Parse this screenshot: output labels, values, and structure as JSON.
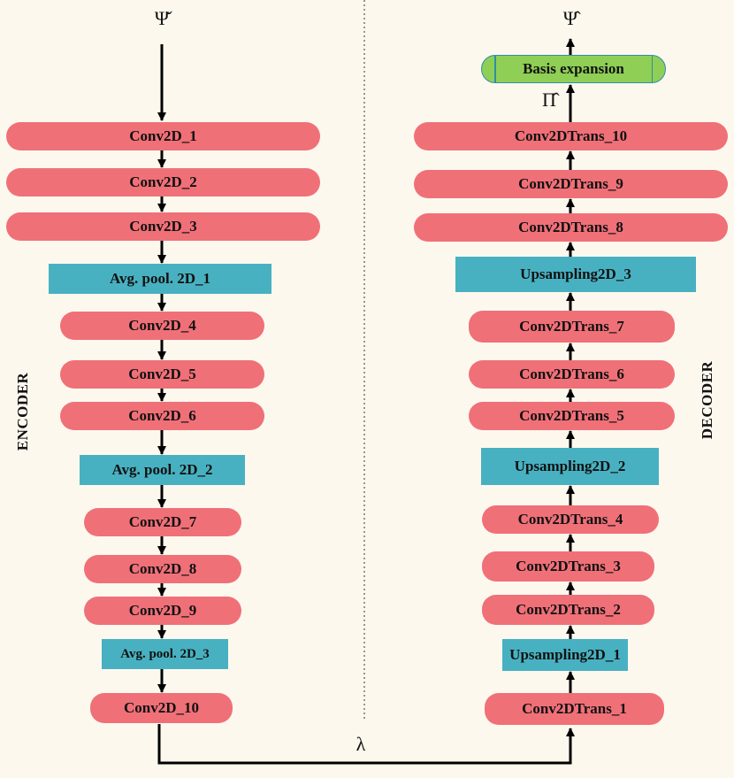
{
  "input_symbol": "Ψ̌",
  "output_symbol": "Ψ̂",
  "intermediate_symbol": "Π̂",
  "latent_symbol": "λ",
  "encoder_label": "ENCODER",
  "decoder_label": "DECODER",
  "basis_label": "Basis expansion",
  "encoder_layers": [
    {
      "label": "Conv2D_1",
      "kind": "conv"
    },
    {
      "label": "Conv2D_2",
      "kind": "conv"
    },
    {
      "label": "Conv2D_3",
      "kind": "conv"
    },
    {
      "label": "Avg. pool. 2D_1",
      "kind": "pool"
    },
    {
      "label": "Conv2D_4",
      "kind": "conv"
    },
    {
      "label": "Conv2D_5",
      "kind": "conv"
    },
    {
      "label": "Conv2D_6",
      "kind": "conv"
    },
    {
      "label": "Avg. pool. 2D_2",
      "kind": "pool"
    },
    {
      "label": "Conv2D_7",
      "kind": "conv"
    },
    {
      "label": "Conv2D_8",
      "kind": "conv"
    },
    {
      "label": "Conv2D_9",
      "kind": "conv"
    },
    {
      "label": "Avg. pool. 2D_3",
      "kind": "pool"
    },
    {
      "label": "Conv2D_10",
      "kind": "conv"
    }
  ],
  "decoder_layers": [
    {
      "label": "Conv2DTrans_10",
      "kind": "conv"
    },
    {
      "label": "Conv2DTrans_9",
      "kind": "conv"
    },
    {
      "label": "Conv2DTrans_8",
      "kind": "conv"
    },
    {
      "label": "Upsampling2D_3",
      "kind": "pool"
    },
    {
      "label": "Conv2DTrans_7",
      "kind": "conv"
    },
    {
      "label": "Conv2DTrans_6",
      "kind": "conv"
    },
    {
      "label": "Conv2DTrans_5",
      "kind": "conv"
    },
    {
      "label": "Upsampling2D_2",
      "kind": "pool"
    },
    {
      "label": "Conv2DTrans_4",
      "kind": "conv"
    },
    {
      "label": "Conv2DTrans_3",
      "kind": "conv"
    },
    {
      "label": "Conv2DTrans_2",
      "kind": "conv"
    },
    {
      "label": "Upsampling2D_1",
      "kind": "pool"
    },
    {
      "label": "Conv2DTrans_1",
      "kind": "conv"
    }
  ],
  "colors": {
    "background": "#fdf8ee",
    "conv": "#f07078",
    "pool": "#48b1c1",
    "basis": "#8fcf55",
    "basis_border": "#2f8fa7",
    "line": "#000000"
  }
}
